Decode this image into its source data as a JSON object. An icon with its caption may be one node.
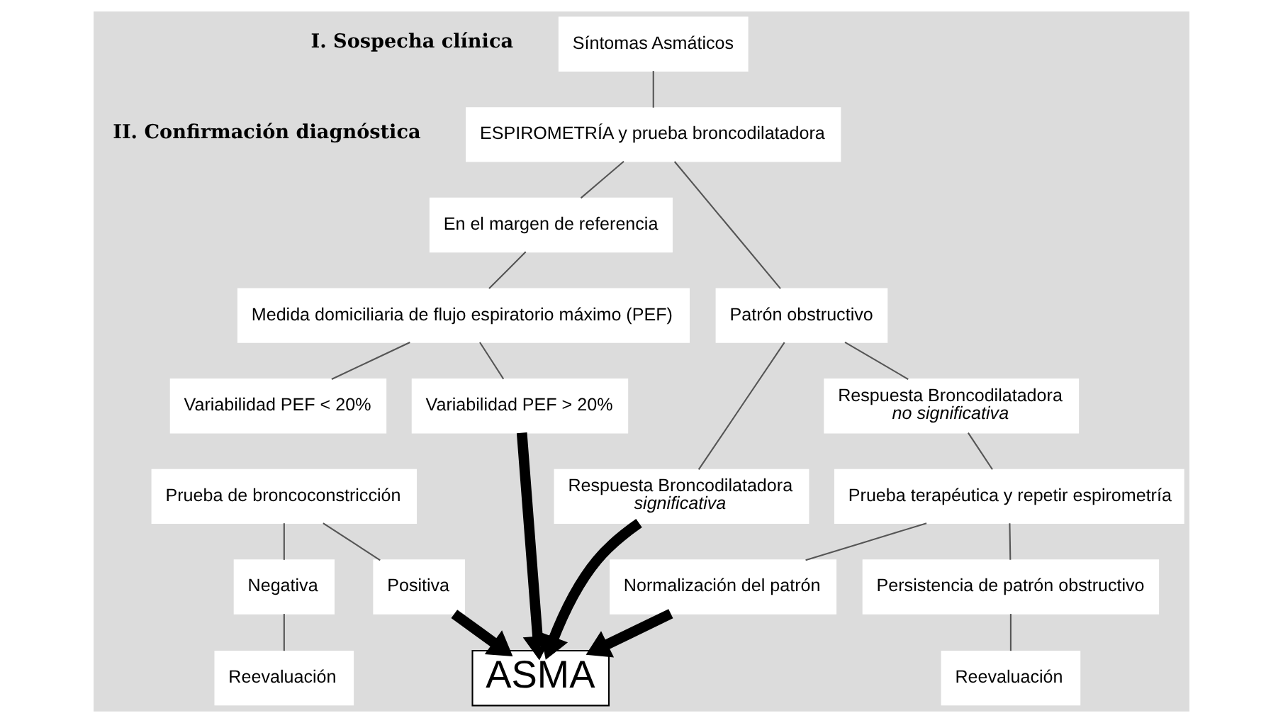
{
  "diagram": {
    "nodes": [
      {
        "text": [
          "Síntomas Asmáticos"
        ]
      },
      {
        "text": [
          "ESPIROMETRÍA y prueba broncodilatadora"
        ]
      },
      {
        "text": [
          "En el margen de referencia"
        ]
      },
      {
        "text": [
          "Patrón obstructivo"
        ]
      },
      {
        "text": [
          "Medida domiciliaria de flujo espiratorio máximo (PEF)"
        ]
      },
      {
        "text": [
          "Respuesta Broncodilatadora",
          "significativa"
        ]
      },
      {
        "text": [
          "Respuesta Broncodilatadora",
          "no significativa"
        ]
      },
      {
        "text": [
          "Variabilidad PEF < 20%"
        ]
      },
      {
        "text": [
          "Variabilidad PEF > 20%"
        ]
      },
      {
        "text": [
          "Prueba terapéutica y repetir espirometría"
        ]
      },
      {
        "text": [
          "Prueba de broncoconstricción"
        ]
      },
      {
        "text": [
          "Normalización del patrón"
        ]
      },
      {
        "text": [
          "Persistencia de patrón obstructivo"
        ]
      },
      {
        "text": [
          "Negativa"
        ]
      },
      {
        "text": [
          "Positiva"
        ]
      },
      {
        "text": [
          "Reevaluación"
        ]
      },
      {
        "text": [
          "Reevaluación"
        ]
      },
      {
        "text": [
          "ASMA"
        ]
      }
    ],
    "edges": [
      {
        "from": 0,
        "to": 1,
        "arrow": "none"
      },
      {
        "from": 1,
        "to": 2,
        "arrow": "none"
      },
      {
        "from": 1,
        "to": 3,
        "arrow": "none"
      },
      {
        "from": 2,
        "to": 4,
        "arrow": "none"
      },
      {
        "from": 3,
        "to": 5,
        "arrow": "none"
      },
      {
        "from": 3,
        "to": 6,
        "arrow": "none"
      },
      {
        "from": 4,
        "to": 7,
        "arrow": "none"
      },
      {
        "from": 4,
        "to": 8,
        "arrow": "none"
      },
      {
        "from": 6,
        "to": 9,
        "arrow": "none"
      },
      {
        "from": 10,
        "to": 13,
        "arrow": "none"
      },
      {
        "from": 10,
        "to": 14,
        "arrow": "none"
      },
      {
        "from": 9,
        "to": 11,
        "arrow": "none"
      },
      {
        "from": 9,
        "to": 12,
        "arrow": "none"
      },
      {
        "from": 13,
        "to": 16,
        "arrow": "none"
      },
      {
        "from": 12,
        "to": 15,
        "arrow": "none"
      },
      {
        "from": 8,
        "to": 17,
        "arrow": "to",
        "style": "thick"
      },
      {
        "from": 5,
        "to": 17,
        "arrow": "to",
        "style": "thick"
      },
      {
        "from": 14,
        "to": 17,
        "arrow": "to",
        "style": "thick"
      },
      {
        "from": 11,
        "to": 17,
        "arrow": "to",
        "style": "thick"
      }
    ],
    "labels": [
      "I. Sospecha clínica",
      "II. Confirmación diagnóstica"
    ]
  }
}
